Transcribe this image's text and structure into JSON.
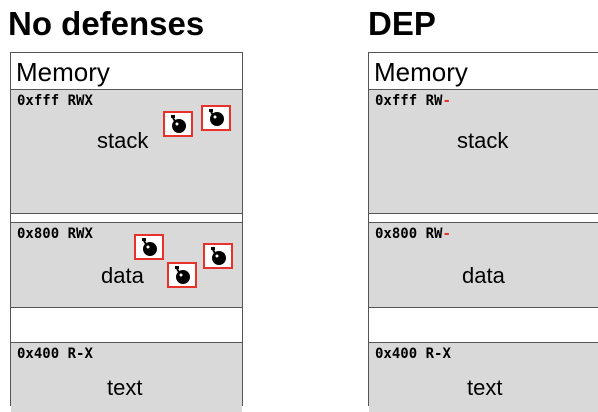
{
  "panels": [
    {
      "title": "No defenses",
      "memory_label": "Memory",
      "regions": [
        {
          "addr": "0xfff",
          "perms": "RWX",
          "name": "stack"
        },
        {
          "addr": "0x800",
          "perms": "RWX",
          "name": "data"
        },
        {
          "addr": "0x400",
          "perms": "R-X",
          "name": "text"
        }
      ],
      "bombs_on": [
        "stack",
        "data"
      ]
    },
    {
      "title": "DEP",
      "memory_label": "Memory",
      "regions": [
        {
          "addr": "0xfff",
          "perms": "RW-",
          "name": "stack"
        },
        {
          "addr": "0x800",
          "perms": "RW-",
          "name": "data"
        },
        {
          "addr": "0x400",
          "perms": "R-X",
          "name": "text"
        }
      ],
      "bombs_on": []
    }
  ],
  "icons": {
    "bomb": "bomb-icon"
  },
  "colors": {
    "region_fill": "#d9d9d9",
    "bomb_border": "#e8312b",
    "removed_perm": "#e8312b"
  }
}
